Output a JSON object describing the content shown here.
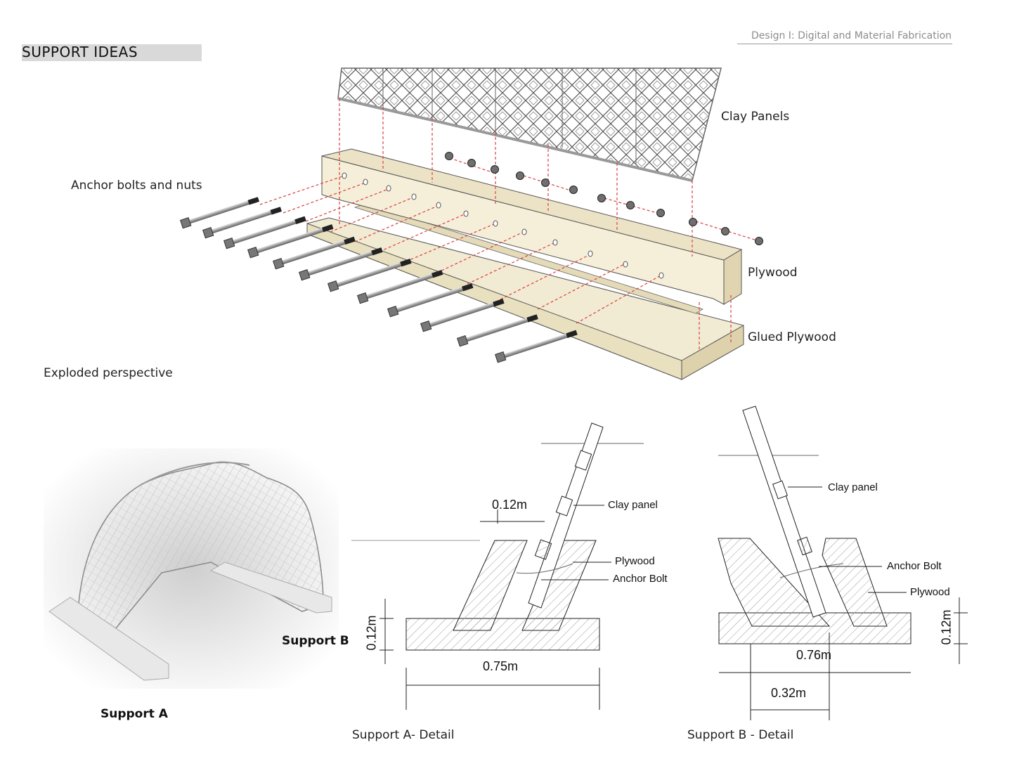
{
  "header": {
    "course": "Design I: Digital and Material Fabrication",
    "section_title": "SUPPORT IDEAS"
  },
  "exploded": {
    "caption": "Exploded perspective",
    "labels": {
      "clay_panels": "Clay Panels",
      "anchor_bolts": "Anchor bolts and nuts",
      "plywood": "Plywood",
      "glued_plywood": "Glued Plywood"
    }
  },
  "render": {
    "support_a": "Support A",
    "support_b": "Support B"
  },
  "detail_a": {
    "caption": "Support A- Detail",
    "dim_top": "0.12m",
    "dim_height": "0.12m",
    "dim_width": "0.75m",
    "clay_panel": "Clay panel",
    "plywood": "Plywood",
    "anchor_bolt": "Anchor Bolt"
  },
  "detail_b": {
    "caption": "Support B - Detail",
    "clay_panel": "Clay panel",
    "anchor_bolt": "Anchor Bolt",
    "plywood": "Plywood",
    "dim_height": "0.12m",
    "dim_width": "0.76m",
    "dim_gap": "0.32m"
  }
}
